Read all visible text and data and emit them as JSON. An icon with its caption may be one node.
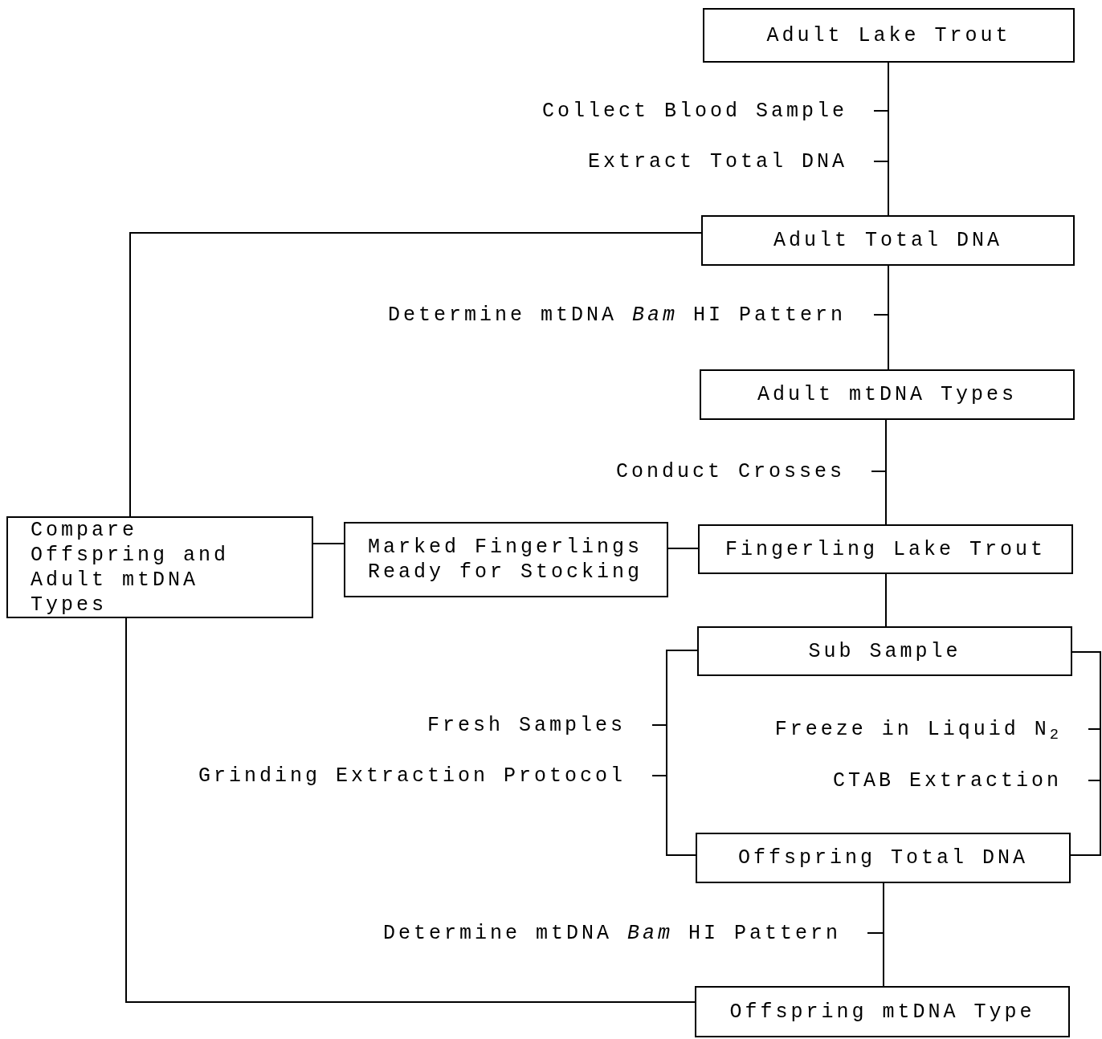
{
  "diagram": {
    "nodes": [
      {
        "text": [
          "Adult Lake Trout"
        ]
      },
      {
        "text": [
          "Adult Total DNA"
        ]
      },
      {
        "text": [
          "Adult mtDNA Types"
        ]
      },
      {
        "text": [
          "Fingerling Lake Trout"
        ]
      },
      {
        "text": [
          "Marked Fingerlings Ready for Stocking"
        ]
      },
      {
        "text": [
          "Compare Offspring and Adult mtDNA Types"
        ]
      },
      {
        "text": [
          "Sub Sample"
        ]
      },
      {
        "text": [
          "Offspring Total DNA"
        ]
      },
      {
        "text": [
          "Offspring mtDNA Type"
        ]
      }
    ],
    "edges": [
      {
        "from": 0,
        "to": 1,
        "arrow": "none"
      },
      {
        "from": 1,
        "to": 2,
        "arrow": "none"
      },
      {
        "from": 2,
        "to": 3,
        "arrow": "none"
      },
      {
        "from": 3,
        "to": 4,
        "arrow": "none"
      },
      {
        "from": 4,
        "to": 5,
        "arrow": "none"
      },
      {
        "from": 5,
        "to": 1,
        "arrow": "none"
      },
      {
        "from": 3,
        "to": 6,
        "arrow": "none"
      },
      {
        "from": 6,
        "to": 7,
        "arrow": "none"
      },
      {
        "from": 6,
        "to": 7,
        "arrow": "none"
      },
      {
        "from": 7,
        "to": 8,
        "arrow": "none"
      },
      {
        "from": 8,
        "to": 5,
        "arrow": "none"
      }
    ],
    "labels": [
      "Collect Blood Sample",
      "Extract Total DNA",
      "Determine mtDNA *Bam* HI Pattern",
      "Conduct Crosses",
      "Fresh Samples",
      "Freeze in Liquid N$_{2}$",
      "Grinding Extraction Protocol",
      "CTAB Extraction",
      "Determine mtDNA *Bam* HI Pattern"
    ]
  }
}
